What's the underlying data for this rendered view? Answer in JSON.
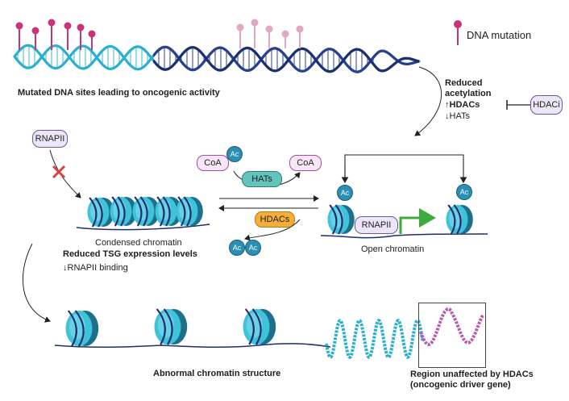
{
  "legend": {
    "label": "DNA mutation",
    "color": "#c8347a"
  },
  "labels": {
    "mutated_dna": "Mutated DNA sites leading to oncogenic activity",
    "reduced_acetylation_line1": "Reduced",
    "reduced_acetylation_line2": "acetylation",
    "hdacs_up": "↑HDACs",
    "hats_down": "↓HATs",
    "condensed_chromatin": "Condensed chromatin",
    "reduced_tsg": "Reduced TSG expression levels",
    "rnapii_binding": "↓RNAPII binding",
    "open_chromatin": "Open chromatin",
    "abnormal_structure": "Abnormal chromatin structure",
    "unaffected_line1": "Region unaffected by HDACs",
    "unaffected_line2": "(oncogenic driver gene)"
  },
  "pills": {
    "hdaci": "HDACi",
    "rnapii_left": "RNAPII",
    "rnapii_right": "RNAPII",
    "coa_left": "CoA",
    "coa_right": "CoA",
    "hats": "HATs",
    "hdacs": "HDACs"
  },
  "ac_label": "Ac",
  "colors": {
    "helix_teal": "#2ab0cf",
    "helix_navy": "#1d2f6e",
    "nucleosome": "#3ec3da",
    "nucleosome_dark": "#1d6f8a",
    "promoter_arrow": "#3caa3c",
    "inhibit_x": "#d8443c",
    "driver_gene": "#b85ab0"
  },
  "icons": [
    "dna-helix-icon",
    "nucleosome-icon",
    "acetyl-group-icon",
    "transcription-start-arrow-icon",
    "inhibition-cross-icon"
  ]
}
